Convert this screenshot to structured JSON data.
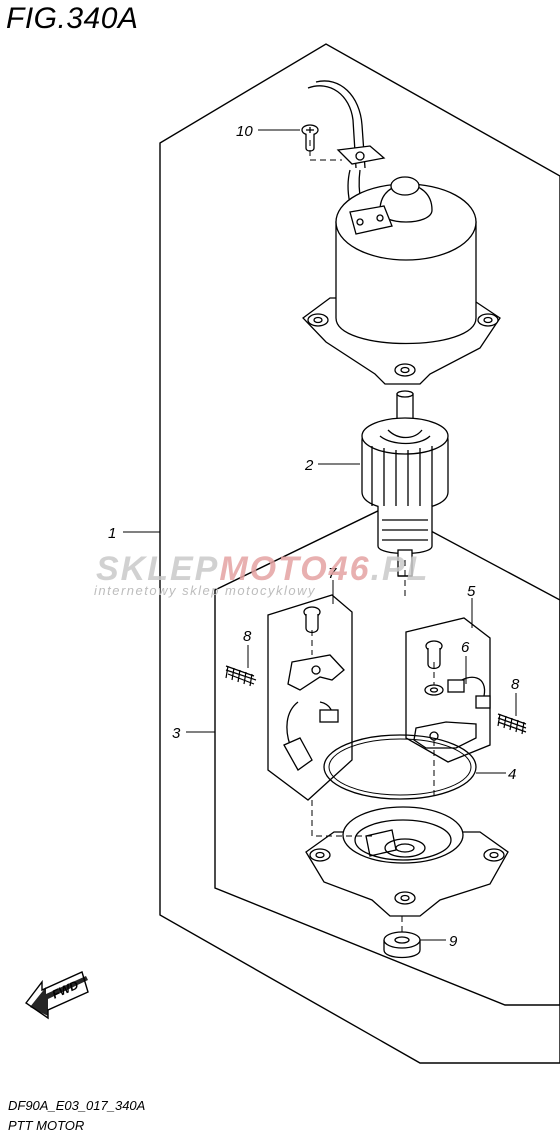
{
  "figure": {
    "title": "FIG.340A",
    "model_code": "DF90A_E03_017_340A",
    "name": "PTT MOTOR"
  },
  "watermark": {
    "brand_a": "SKLEP",
    "brand_b": "MOTO",
    "brand_c": "46",
    "brand_d": ".PL",
    "tagline": "internetowy sklep motocyklowy"
  },
  "callouts": [
    "1",
    "2",
    "3",
    "4",
    "5",
    "6",
    "7",
    "8",
    "8",
    "9",
    "10"
  ],
  "direction_badge": "FWD"
}
